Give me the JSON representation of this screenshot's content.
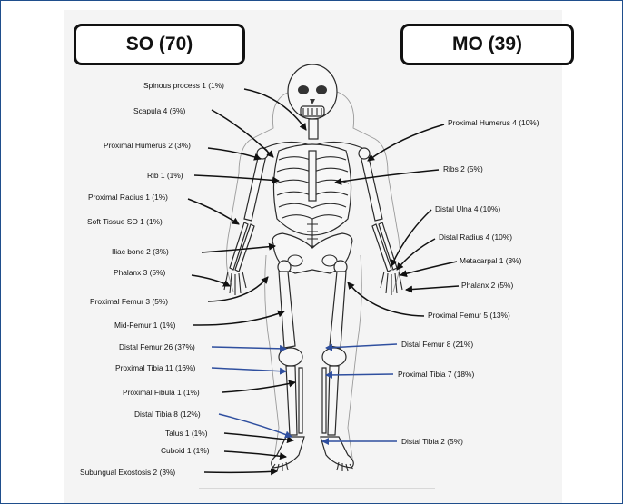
{
  "headers": {
    "so": "SO (70)",
    "mo": "MO (39)"
  },
  "labels_left": [
    {
      "id": "spinous",
      "text": "Spinous process 1 (1%)"
    },
    {
      "id": "scapula",
      "text": "Scapula 4 (6%)"
    },
    {
      "id": "prox-humerus-so",
      "text": "Proximal Humerus 2 (3%)"
    },
    {
      "id": "rib",
      "text": "Rib 1 (1%)"
    },
    {
      "id": "prox-radius",
      "text": "Proximal Radius 1 (1%)"
    },
    {
      "id": "soft-tissue",
      "text": "Soft Tissue SO 1 (1%)"
    },
    {
      "id": "iliac",
      "text": "Iliac bone 2 (3%)"
    },
    {
      "id": "phalanx-so",
      "text": "Phalanx 3 (5%)"
    },
    {
      "id": "prox-femur-so",
      "text": "Proximal Femur 3 (5%)"
    },
    {
      "id": "mid-femur",
      "text": "Mid-Femur 1 (1%)"
    },
    {
      "id": "distal-femur-so",
      "text": "Distal Femur 26 (37%)"
    },
    {
      "id": "prox-tibia-so",
      "text": "Proximal Tibia 11 (16%)"
    },
    {
      "id": "prox-fibula",
      "text": "Proximal Fibula 1 (1%)"
    },
    {
      "id": "distal-tibia-so",
      "text": "Distal Tibia 8 (12%)"
    },
    {
      "id": "talus",
      "text": "Talus 1 (1%)"
    },
    {
      "id": "cuboid",
      "text": "Cuboid 1 (1%)"
    },
    {
      "id": "subungual",
      "text": "Subungual Exostosis 2 (3%)"
    }
  ],
  "labels_right": [
    {
      "id": "prox-humerus-mo",
      "text": "Proximal Humerus 4 (10%)"
    },
    {
      "id": "ribs-mo",
      "text": "Ribs 2 (5%)"
    },
    {
      "id": "distal-ulna",
      "text": "Distal Ulna 4 (10%)"
    },
    {
      "id": "distal-radius",
      "text": "Distal Radius 4 (10%)"
    },
    {
      "id": "metacarpal",
      "text": "Metacarpal 1 (3%)"
    },
    {
      "id": "phalanx-mo",
      "text": "Phalanx 2 (5%)"
    },
    {
      "id": "prox-femur-mo",
      "text": "Proximal Femur 5 (13%)"
    },
    {
      "id": "distal-femur-mo",
      "text": "Distal Femur 8 (21%)"
    },
    {
      "id": "prox-tibia-mo",
      "text": "Proximal Tibia 7 (18%)"
    },
    {
      "id": "distal-tibia-mo",
      "text": "Distal Tibia 2 (5%)"
    }
  ],
  "colors": {
    "arrow_black": "#111111",
    "arrow_blue": "#2f4f9f",
    "frame_border": "#1f4e8c"
  }
}
